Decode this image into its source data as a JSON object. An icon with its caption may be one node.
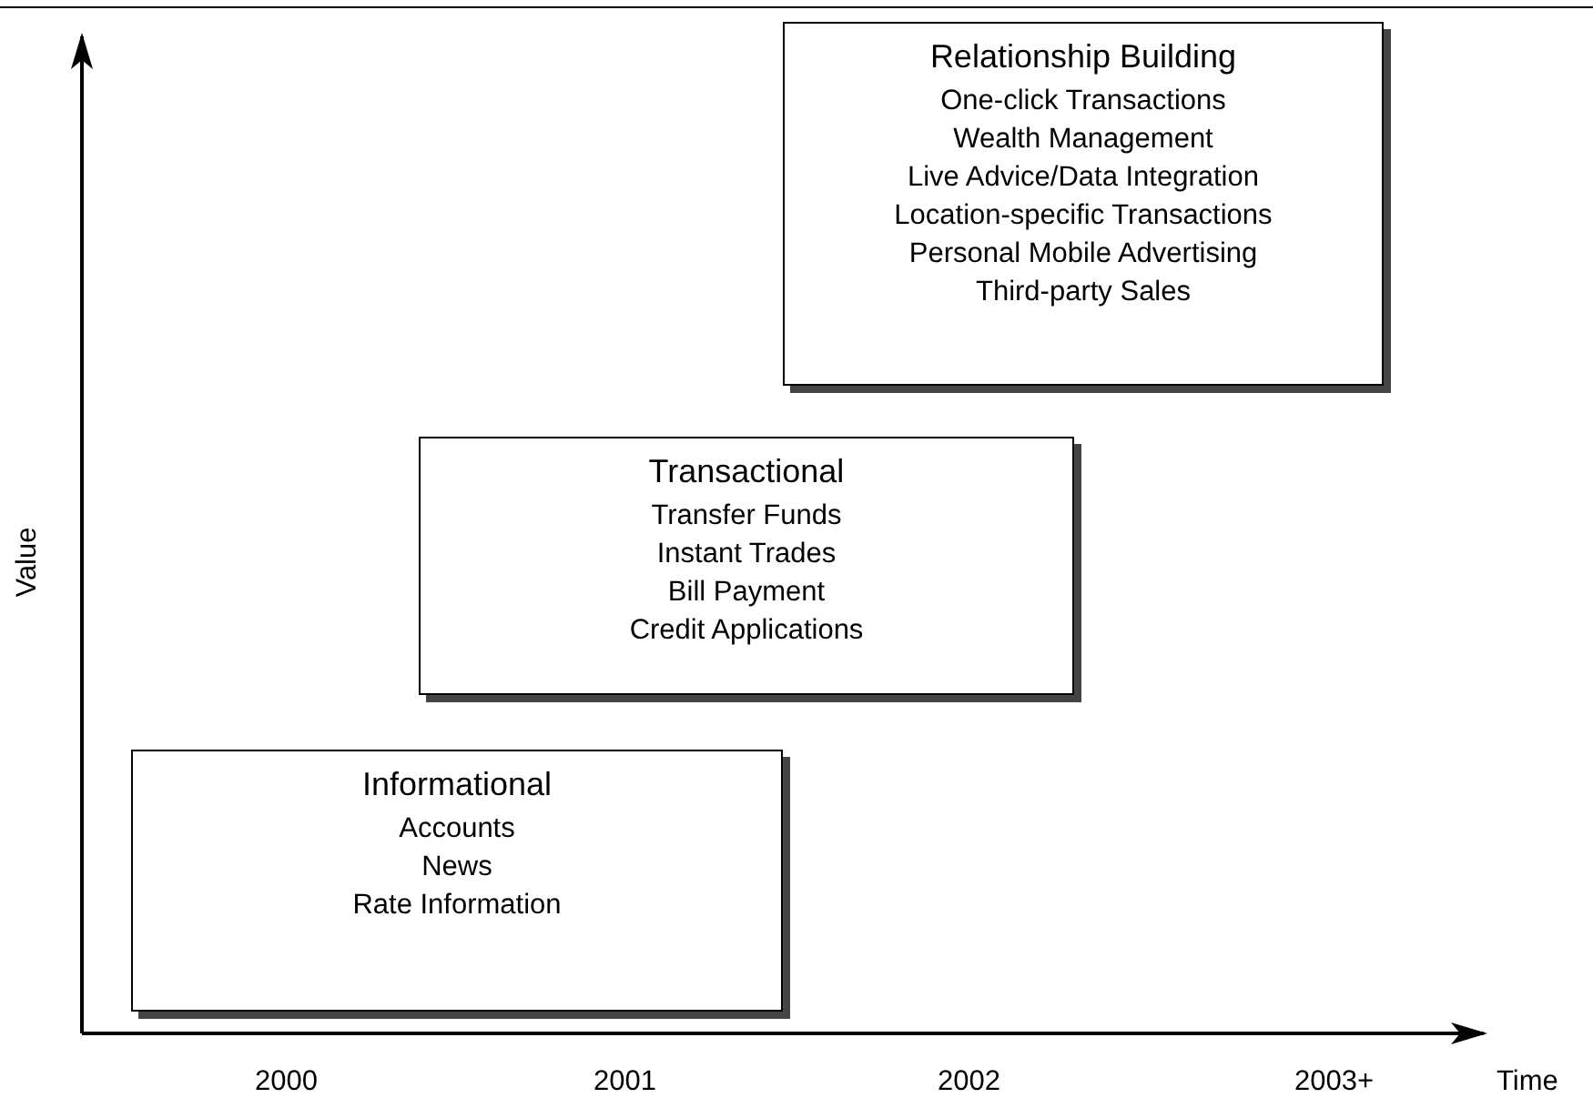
{
  "diagram": {
    "nodes": [
      {
        "text": [
          "Relationship Building",
          "One-click Transactions",
          "Wealth Management",
          "Live Advice/Data Integration",
          "Location-specific Transactions",
          "Personal Mobile Advertising",
          "Third-party Sales"
        ]
      },
      {
        "text": [
          "Transactional",
          "Transfer Funds",
          "Instant Trades",
          "Bill Payment",
          "Credit Applications"
        ]
      },
      {
        "text": [
          "Informational",
          "Accounts",
          "News",
          "Rate Information"
        ]
      }
    ],
    "labels": [
      "Value",
      "2000",
      "2001",
      "2002",
      "2003+",
      "Time"
    ]
  }
}
